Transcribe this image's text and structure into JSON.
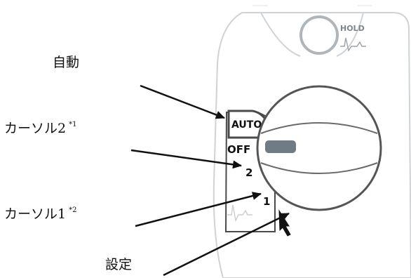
{
  "callouts": {
    "auto": {
      "label": "自動"
    },
    "cursor2": {
      "label": "カーソル2",
      "note": "*1"
    },
    "cursor1": {
      "label": "カーソル1",
      "note": "*2"
    },
    "settings": {
      "label": "設定"
    }
  },
  "device": {
    "hold_label": "HOLD",
    "positions": {
      "auto": "AUTO",
      "off": "OFF",
      "two": "2",
      "one": "1"
    },
    "icons": [
      "waveform-icon",
      "cursor-arrow-icon"
    ]
  },
  "colors": {
    "housing_fill": "#ffffff",
    "housing_stroke": "#cfd3d6",
    "tab_stroke": "#4a4a4a",
    "dial_stroke": "#555555",
    "indicator": "#6f7b85",
    "hold_button": "#aeb6bc",
    "arrow": "#111111"
  }
}
